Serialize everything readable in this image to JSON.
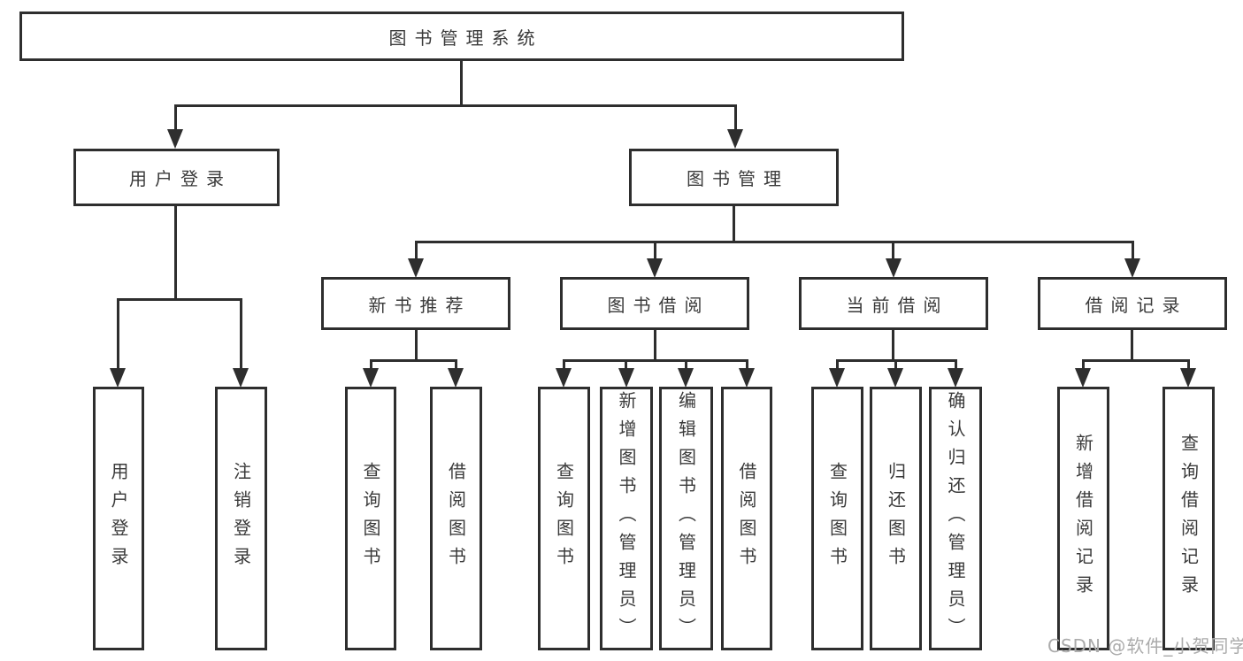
{
  "tree": {
    "root": {
      "label": "图书管理系统"
    },
    "branches": [
      {
        "label": "用户登录",
        "children": [
          {
            "label": "用户登录"
          },
          {
            "label": "注销登录"
          }
        ]
      },
      {
        "label": "图书管理",
        "sections": [
          {
            "label": "新书推荐",
            "children": [
              {
                "label": "查询图书"
              },
              {
                "label": "借阅图书"
              }
            ]
          },
          {
            "label": "图书借阅",
            "children": [
              {
                "label": "查询图书"
              },
              {
                "label": "新增图书（管理员）"
              },
              {
                "label": "编辑图书（管理员）"
              },
              {
                "label": "借阅图书"
              }
            ]
          },
          {
            "label": "当前借阅",
            "children": [
              {
                "label": "查询图书"
              },
              {
                "label": "归还图书"
              },
              {
                "label": "确认归还（管理员）"
              }
            ]
          },
          {
            "label": "借阅记录",
            "children": [
              {
                "label": "新增借阅记录"
              },
              {
                "label": "查询借阅记录"
              }
            ]
          }
        ]
      }
    ]
  },
  "watermark": {
    "text": "CSDN @软件_小贺同学"
  },
  "colors": {
    "line": "#2e2e2e",
    "text": "#3a3a3a",
    "watermark": "#ababab",
    "background": "#ffffff"
  }
}
